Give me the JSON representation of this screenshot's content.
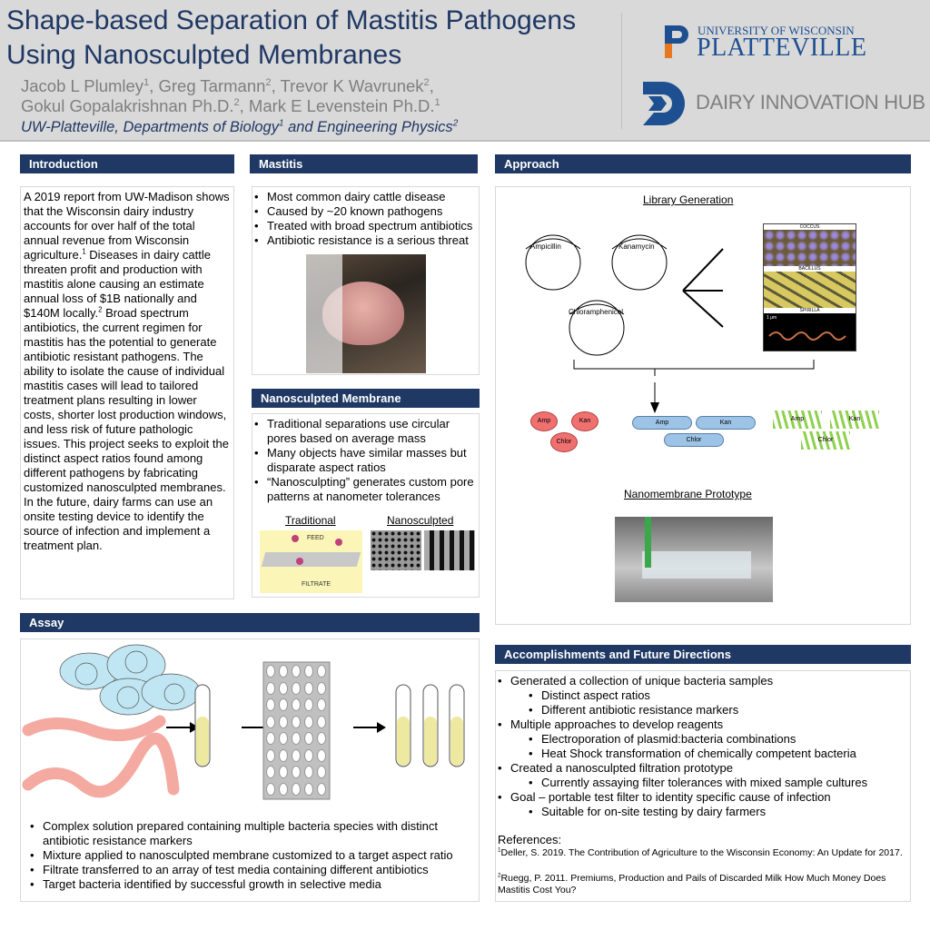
{
  "header": {
    "title_line1": "Shape-based Separation of Mastitis Pathogens",
    "title_line2": "Using Nanosculpted Membranes",
    "authors": [
      {
        "name": "Jacob L Plumley",
        "sup": "1"
      },
      {
        "name": "Greg Tarmann",
        "sup": "2"
      },
      {
        "name": "Trevor K Wavrunek",
        "sup": "2"
      },
      {
        "name": "Gokul Gopalakrishnan Ph.D.",
        "sup": "2"
      },
      {
        "name": "Mark E Levenstein Ph.D.",
        "sup": "1"
      }
    ],
    "affiliation_a": "UW-Platteville, Departments of Biology",
    "affiliation_sup1": "1",
    "affiliation_b": " and Engineering Physics",
    "affiliation_sup2": "2",
    "logo1_top": "UNIVERSITY OF WISCONSIN",
    "logo1_bottom": "PLATTEVILLE",
    "logo2": "DAIRY INNOVATION HUB"
  },
  "colors": {
    "navy": "#1f3864",
    "orange": "#e87722",
    "logo_blue": "#1d4f91"
  },
  "introduction": {
    "heading": "Introduction",
    "text_a": "A 2019 report from UW-Madison shows that the Wisconsin dairy industry accounts for over half of the total annual revenue from Wisconsin agriculture.",
    "sup1": "1",
    "text_b": " Diseases in dairy cattle threaten profit and production with mastitis alone causing an estimate annual loss of $1B nationally and $140M locally.",
    "sup2": "2",
    "text_c": " Broad spectrum antibiotics, the current regimen for mastitis has the potential to generate antibiotic resistant pathogens. The ability to isolate the cause of individual mastitis cases will lead to tailored treatment plans resulting in lower costs, shorter lost production windows, and less risk of future pathologic issues. This project seeks to exploit the distinct aspect ratios found among different pathogens by fabricating customized nanosculpted membranes. In the future, dairy farms can use an onsite testing device to identify the source of infection and implement a treatment plan."
  },
  "mastitis": {
    "heading": "Mastitis",
    "bullets": [
      "Most common dairy cattle disease",
      "Caused by ~20 known pathogens",
      "Treated with broad spectrum antibiotics",
      "Antibiotic resistance is a serious threat"
    ]
  },
  "membrane": {
    "heading": "Nanosculpted Membrane",
    "bullets": [
      "Traditional separations use circular pores based on average mass",
      "Many objects have similar masses but disparate aspect ratios",
      "“Nanosculpting” generates custom pore patterns at nanometer tolerances"
    ],
    "label_traditional": "Traditional",
    "label_nanosculpted": "Nanosculpted",
    "feed": "FEED",
    "filtrate": "FILTRATE"
  },
  "approach": {
    "heading": "Approach",
    "library_title": "Library Generation",
    "plasmids": [
      "Ampicillin",
      "Kanamycin",
      "Chloramphenicol"
    ],
    "micrograph_labels": [
      "COCCUS",
      "BACILLUS",
      "SPIRILLA"
    ],
    "scale": "1 μm",
    "markers": [
      "Amp",
      "Kan",
      "Chlor"
    ],
    "prototype_title": "Nanomembrane Prototype"
  },
  "assay": {
    "heading": "Assay",
    "bullets": [
      "Complex solution prepared containing multiple bacteria species with distinct antibiotic resistance markers",
      "Mixture applied to nanosculpted membrane customized to a target aspect ratio",
      "Filtrate transferred to an array of test media containing different antibiotics",
      "Target bacteria identified by successful growth in selective media"
    ]
  },
  "accomplishments": {
    "heading": "Accomplishments and Future Directions",
    "items": [
      {
        "text": "Generated a collection of unique bacteria samples",
        "level": 1
      },
      {
        "text": "Distinct aspect ratios",
        "level": 2
      },
      {
        "text": "Different antibiotic resistance markers",
        "level": 2
      },
      {
        "text": "Multiple approaches to develop reagents",
        "level": 1
      },
      {
        "text": "Electroporation of plasmid:bacteria combinations",
        "level": 2
      },
      {
        "text": "Heat Shock transformation of chemically competent bacteria",
        "level": 2
      },
      {
        "text": "Created a nanosculpted filtration prototype",
        "level": 1
      },
      {
        "text": "Currently assaying filter tolerances with mixed sample cultures",
        "level": 2
      },
      {
        "text": "Goal – portable test filter to identity specific cause of infection",
        "level": 1
      },
      {
        "text": "Suitable for on-site testing by dairy farmers",
        "level": 2
      }
    ],
    "references_title": "References:",
    "ref1_sup": "1",
    "ref1": "Deller, S. 2019. The Contribution of Agriculture to the Wisconsin Economy: An Update for 2017.",
    "ref2_sup": "2",
    "ref2": "Ruegg, P. 2011. Premiums, Production and Pails of Discarded Milk How Much Money Does Mastitis Cost You?"
  }
}
